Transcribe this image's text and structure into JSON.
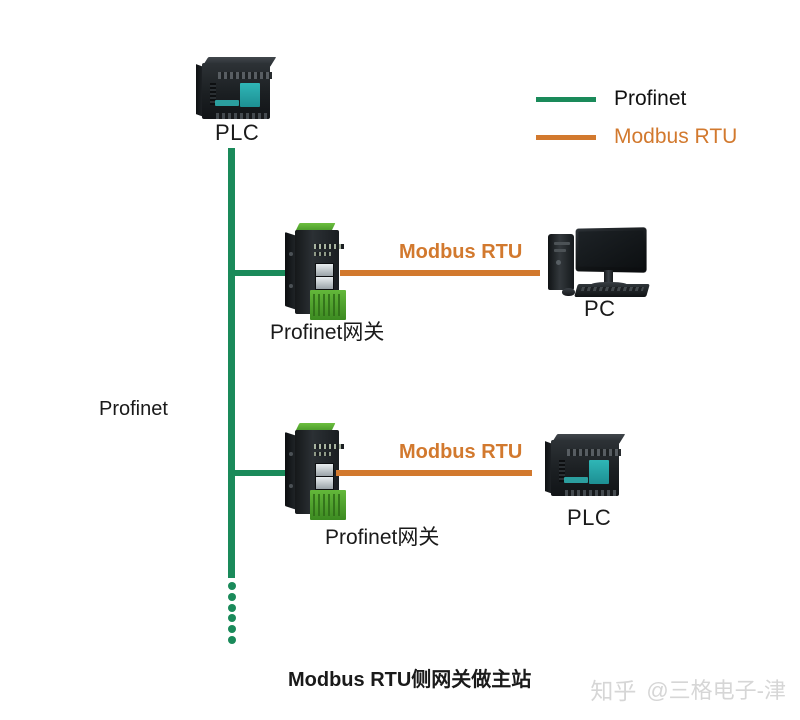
{
  "diagram": {
    "title_caption": "Modbus RTU侧网关做主站",
    "trunk_label": "Profinet",
    "colors": {
      "profinet_green": "#1a8a5a",
      "modbus_orange": "#d2792e",
      "background": "#ffffff",
      "text": "#1a1a1a",
      "watermark": "#d6d6d6"
    }
  },
  "legend": {
    "items": [
      {
        "label": "Profinet",
        "color": "#1a8a5a",
        "icon": "line-swatch-icon"
      },
      {
        "label": "Modbus RTU",
        "color": "#d2792e",
        "icon": "line-swatch-icon"
      }
    ]
  },
  "nodes": {
    "plc_top": {
      "label": "PLC",
      "icon": "plc-device-icon"
    },
    "gateway_1": {
      "label": "Profinet网关",
      "icon": "gateway-device-icon"
    },
    "gateway_2": {
      "label": "Profinet网关",
      "icon": "gateway-device-icon"
    },
    "pc": {
      "label": "PC",
      "icon": "desktop-computer-icon"
    },
    "plc_right": {
      "label": "PLC",
      "icon": "plc-device-icon"
    }
  },
  "links": {
    "modbus_1": {
      "label": "Modbus RTU",
      "color": "#d2792e"
    },
    "modbus_2": {
      "label": "Modbus RTU",
      "color": "#d2792e"
    },
    "profinet_trunk": {
      "label": "Profinet",
      "color": "#1a8a5a",
      "continues": true
    }
  },
  "watermark": {
    "logo_text": "知乎",
    "handle": "@三格电子-津"
  }
}
